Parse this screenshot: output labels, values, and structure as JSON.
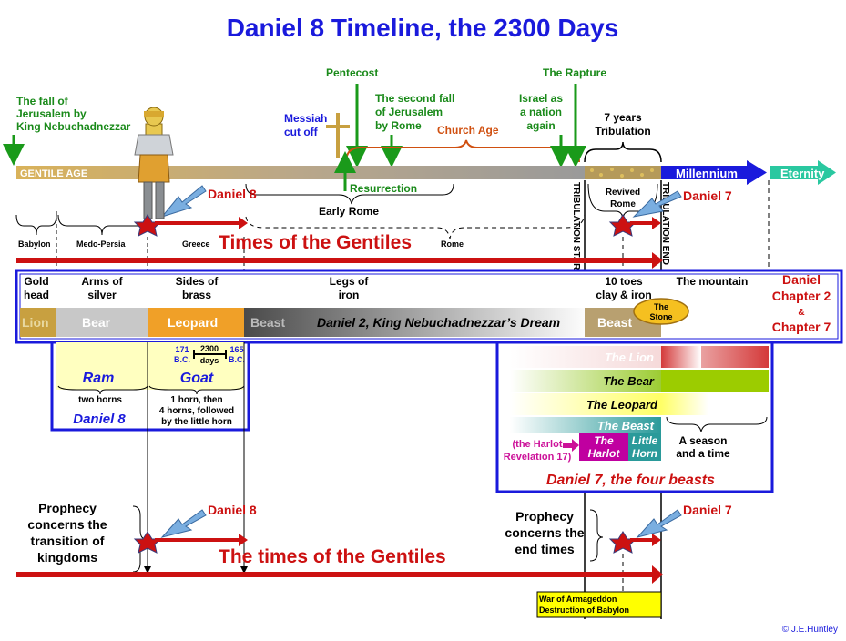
{
  "title": "Daniel 8 Timeline, the 2300 Days",
  "top_events": {
    "fall_jerusalem": [
      "The fall of",
      "Jerusalem by",
      "King Nebuchadnezzar"
    ],
    "messiah": [
      "Messiah",
      "cut off"
    ],
    "pentecost": "Pentecost",
    "second_fall": [
      "The second fall",
      "of Jerusalem",
      "by Rome"
    ],
    "church_age": "Church Age",
    "israel_nation": [
      "Israel as",
      "a nation",
      "again"
    ],
    "rapture": "The Rapture",
    "tribulation": [
      "7 years",
      "Tribulation"
    ],
    "resurrection": "Resurrection",
    "early_rome": "Early Rome",
    "revived_rome": [
      "Revived",
      "Rome"
    ]
  },
  "bar": {
    "gentile_age": "GENTILE AGE",
    "millennium": "Millennium",
    "eternity": "Eternity",
    "trib_start": "TRIBULATION START",
    "trib_end": "TRIBULATION END"
  },
  "labels": {
    "daniel8_top": "Daniel 8",
    "daniel7_top": "Daniel 7",
    "daniel8_bottom": "Daniel 8",
    "daniel7_bottom": "Daniel 7",
    "times_gentiles_top": "Times of the Gentiles",
    "times_gentiles_bottom": "The times of the Gentiles",
    "copyright": "© J.E.Huntley"
  },
  "kingdoms": {
    "babylon": "Babylon",
    "medo_persia": "Medo-Persia",
    "greece": "Greece",
    "rome": "Rome"
  },
  "statue": {
    "gold_head": [
      "Gold",
      "head"
    ],
    "arms_silver": [
      "Arms of",
      "silver"
    ],
    "sides_brass": [
      "Sides of",
      "brass"
    ],
    "legs_iron": [
      "Legs of",
      "iron"
    ],
    "toes": [
      "10 toes",
      "clay & iron"
    ],
    "mountain": "The mountain",
    "daniel_ch": [
      "Daniel",
      "Chapter 2",
      "&",
      "Chapter 7"
    ]
  },
  "beasts_band": {
    "lion": "Lion",
    "bear": "Bear",
    "leopard": "Leopard",
    "beast": "Beast",
    "dream": "Daniel 2, King Nebuchadnezzar’s Dream",
    "beast2": "Beast",
    "stone": [
      "The",
      "Stone"
    ]
  },
  "daniel8_box": {
    "y171": [
      "171",
      "B.C."
    ],
    "days": [
      "2300",
      "days"
    ],
    "y165": [
      "165",
      "B.C."
    ],
    "ram": "Ram",
    "goat": "Goat",
    "ram_desc": "two horns",
    "goat_desc": [
      "1 horn, then",
      "4 horns, followed",
      "by the little horn"
    ],
    "label": "Daniel 8"
  },
  "daniel7_box": {
    "lion": "The Lion",
    "bear": "The Bear",
    "leopard": "The Leopard",
    "beast": "The Beast",
    "harlot_ref": [
      "(the Harlot",
      "Revelation 17)"
    ],
    "harlot": [
      "The",
      "Harlot"
    ],
    "little_horn": [
      "Little",
      "Horn"
    ],
    "season": [
      "A season",
      "and a time"
    ],
    "label": "Daniel 7, the four beasts"
  },
  "bottom": {
    "prophecy_left": [
      "Prophecy",
      "concerns the",
      "transition of",
      "kingdoms"
    ],
    "prophecy_right": [
      "Prophecy",
      "concerns the",
      "end times"
    ],
    "armageddon": [
      "War of Armageddon",
      "Destruction of Babylon"
    ]
  },
  "colors": {
    "title": "#1a1adc",
    "green": "#1a8a1a",
    "red": "#cc1111",
    "blue_frame": "#1a1adc",
    "gold": "#c8a040"
  }
}
